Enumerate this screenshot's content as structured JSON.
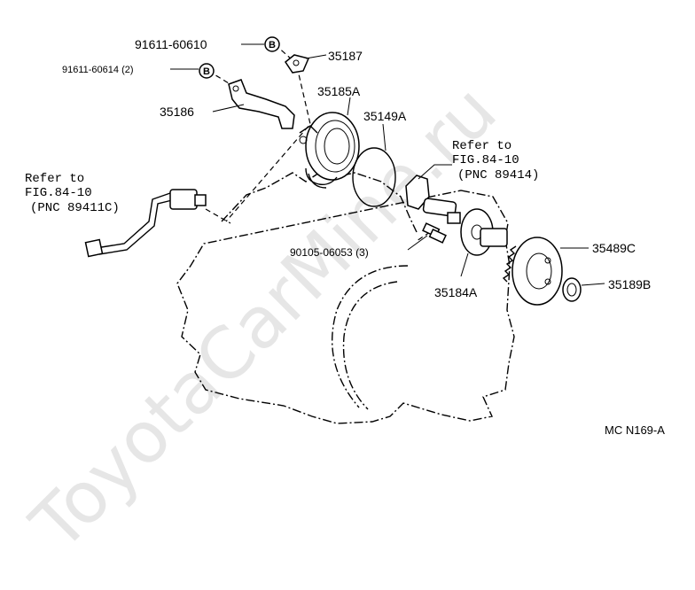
{
  "watermark": "ToyotaCarMine.ru",
  "callouts": {
    "bolt_b1": "91611-60610",
    "bolt_b2": "91611-60614 (2)",
    "marker_b": "B",
    "bracket_upper": "35187",
    "bracket_lower": "35186",
    "cover": "35185A",
    "oring": "35149A",
    "bolt_c": "90105-06053 (3)",
    "shaft": "35184A",
    "gear": "35489C",
    "clip": "35189B",
    "code": "MC N169-A"
  },
  "refs": {
    "left": {
      "line1": "Refer to",
      "line2": "FIG.84-10",
      "line3": "(PNC 89411C)"
    },
    "right": {
      "line1": "Refer to",
      "line2": "FIG.84-10",
      "line3": "(PNC 89414)"
    }
  }
}
